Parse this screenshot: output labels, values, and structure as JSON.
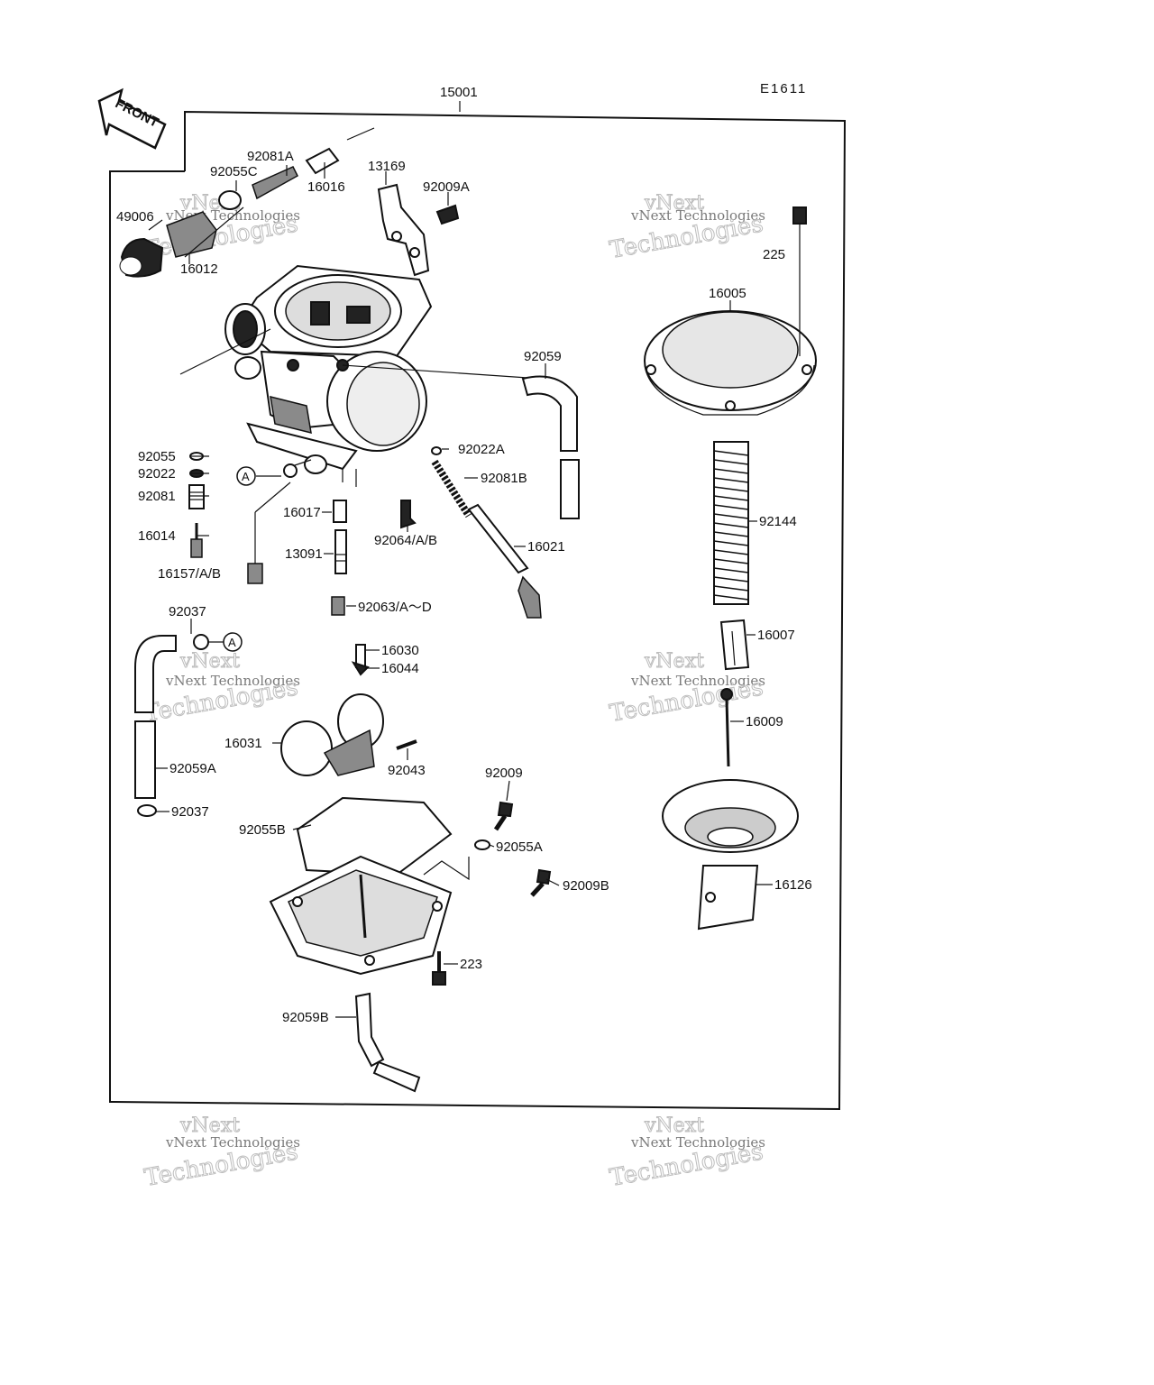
{
  "header": {
    "assembly_number": "15001",
    "figure_code": "E1611",
    "front_label": "FRONT"
  },
  "watermark": {
    "brand_line_1": "vNext",
    "brand_line_2": "Technologies",
    "brand_small": "vNext Technologies"
  },
  "parts": [
    {
      "id": "p92081A",
      "label": "92081A"
    },
    {
      "id": "p92055C",
      "label": "92055C"
    },
    {
      "id": "p16016",
      "label": "16016"
    },
    {
      "id": "p13169",
      "label": "13169"
    },
    {
      "id": "p92009A",
      "label": "92009A"
    },
    {
      "id": "p49006",
      "label": "49006"
    },
    {
      "id": "p16012",
      "label": "16012"
    },
    {
      "id": "p225",
      "label": "225"
    },
    {
      "id": "p16005",
      "label": "16005"
    },
    {
      "id": "p92059",
      "label": "92059"
    },
    {
      "id": "p92055",
      "label": "92055"
    },
    {
      "id": "p92022",
      "label": "92022"
    },
    {
      "id": "p92081",
      "label": "92081"
    },
    {
      "id": "p16014",
      "label": "16014"
    },
    {
      "id": "p16157",
      "label": "16157/A/B"
    },
    {
      "id": "p92022A",
      "label": "92022A"
    },
    {
      "id": "p92081B",
      "label": "92081B"
    },
    {
      "id": "p16017",
      "label": "16017"
    },
    {
      "id": "p92064",
      "label": "92064/A/B"
    },
    {
      "id": "p13091",
      "label": "13091"
    },
    {
      "id": "p16021",
      "label": "16021"
    },
    {
      "id": "p92063",
      "label": "92063/A〜D"
    },
    {
      "id": "p92144",
      "label": "92144"
    },
    {
      "id": "p16007",
      "label": "16007"
    },
    {
      "id": "p92037a",
      "label": "92037"
    },
    {
      "id": "p16030",
      "label": "16030"
    },
    {
      "id": "p16044",
      "label": "16044"
    },
    {
      "id": "p16009",
      "label": "16009"
    },
    {
      "id": "p16031",
      "label": "16031"
    },
    {
      "id": "p92043",
      "label": "92043"
    },
    {
      "id": "p92059A",
      "label": "92059A"
    },
    {
      "id": "p92009",
      "label": "92009"
    },
    {
      "id": "p92037b",
      "label": "92037"
    },
    {
      "id": "p92055B",
      "label": "92055B"
    },
    {
      "id": "p92055A",
      "label": "92055A"
    },
    {
      "id": "p92009B",
      "label": "92009B"
    },
    {
      "id": "p16126",
      "label": "16126"
    },
    {
      "id": "p223",
      "label": "223"
    },
    {
      "id": "p92059B",
      "label": "92059B"
    }
  ],
  "reference_marker": "A"
}
